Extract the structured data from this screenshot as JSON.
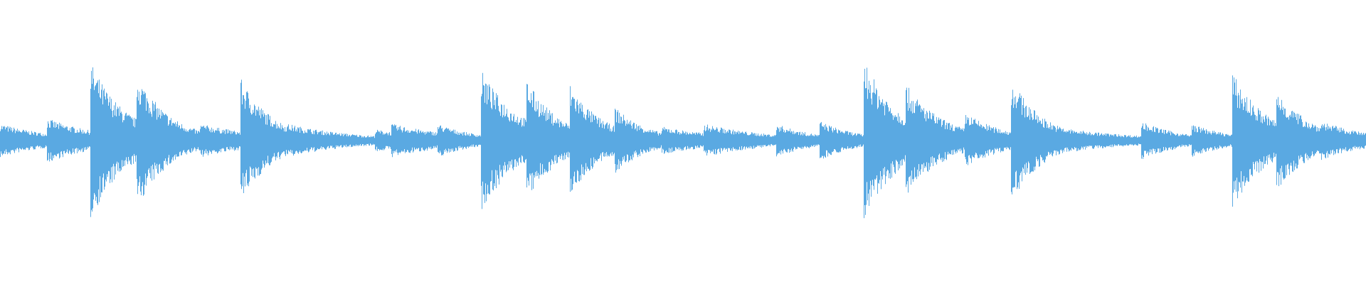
{
  "waveform": {
    "color": "#5aa9e2",
    "background": "#ffffff",
    "baseline_amplitude": 0.025,
    "onsets": [
      {
        "t": 0.0,
        "amp": 0.12,
        "decay": 0.04
      },
      {
        "t": 0.034,
        "amp": 0.16,
        "decay": 0.04
      },
      {
        "t": 0.066,
        "amp": 0.56,
        "decay": 0.026
      },
      {
        "t": 0.1,
        "amp": 0.48,
        "decay": 0.024
      },
      {
        "t": 0.146,
        "amp": 0.12,
        "decay": 0.05
      },
      {
        "t": 0.176,
        "amp": 0.44,
        "decay": 0.024
      },
      {
        "t": 0.21,
        "amp": 0.12,
        "decay": 0.05
      },
      {
        "t": 0.274,
        "amp": 0.08,
        "decay": 0.05
      },
      {
        "t": 0.286,
        "amp": 0.12,
        "decay": 0.05
      },
      {
        "t": 0.32,
        "amp": 0.12,
        "decay": 0.03
      },
      {
        "t": 0.352,
        "amp": 0.5,
        "decay": 0.028
      },
      {
        "t": 0.385,
        "amp": 0.44,
        "decay": 0.024
      },
      {
        "t": 0.417,
        "amp": 0.4,
        "decay": 0.024
      },
      {
        "t": 0.45,
        "amp": 0.24,
        "decay": 0.024
      },
      {
        "t": 0.484,
        "amp": 0.1,
        "decay": 0.05
      },
      {
        "t": 0.515,
        "amp": 0.12,
        "decay": 0.05
      },
      {
        "t": 0.568,
        "amp": 0.12,
        "decay": 0.03
      },
      {
        "t": 0.6,
        "amp": 0.14,
        "decay": 0.028
      },
      {
        "t": 0.632,
        "amp": 0.58,
        "decay": 0.026
      },
      {
        "t": 0.663,
        "amp": 0.4,
        "decay": 0.028
      },
      {
        "t": 0.706,
        "amp": 0.2,
        "decay": 0.03
      },
      {
        "t": 0.74,
        "amp": 0.44,
        "decay": 0.024
      },
      {
        "t": 0.771,
        "amp": 0.1,
        "decay": 0.06
      },
      {
        "t": 0.835,
        "amp": 0.14,
        "decay": 0.03
      },
      {
        "t": 0.872,
        "amp": 0.12,
        "decay": 0.03
      },
      {
        "t": 0.902,
        "amp": 0.48,
        "decay": 0.026
      },
      {
        "t": 0.934,
        "amp": 0.36,
        "decay": 0.026
      },
      {
        "t": 0.967,
        "amp": 0.14,
        "decay": 0.035
      }
    ]
  }
}
